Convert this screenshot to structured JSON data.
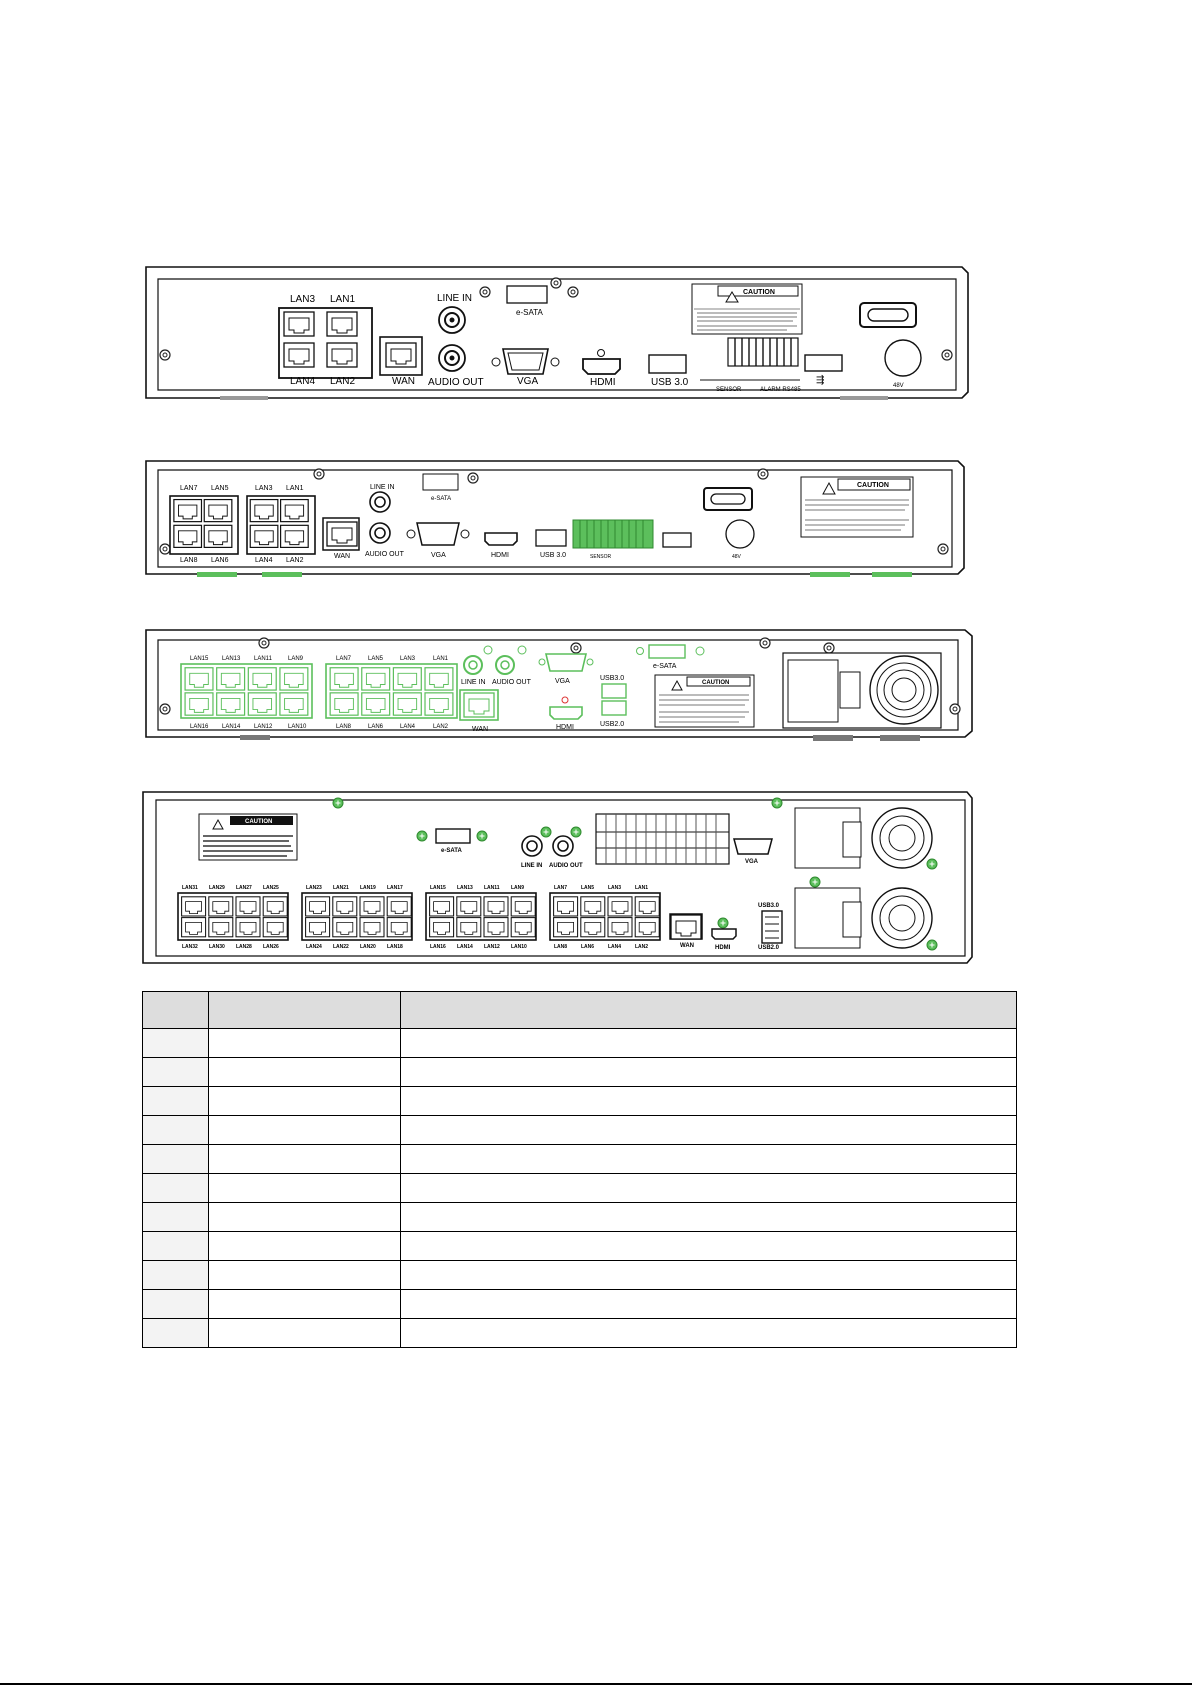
{
  "panel1": {
    "lan_labels": [
      "LAN3",
      "LAN1",
      "LAN4",
      "LAN2"
    ],
    "wan": "WAN",
    "line_in": "LINE IN",
    "audio_out": "AUDIO OUT",
    "vga": "VGA",
    "hdmi": "HDMI",
    "usb": "USB 3.0",
    "esata": "e-SATA",
    "caution_title": "CAUTION",
    "sensor": "SENSOR",
    "alarm": "ALARM RS485",
    "power": "48V"
  },
  "panel2": {
    "lan_labels": [
      "LAN7",
      "LAN5",
      "LAN3",
      "LAN1",
      "LAN8",
      "LAN6",
      "LAN4",
      "LAN2"
    ],
    "wan": "WAN",
    "line_in": "LINE IN",
    "audio_out": "AUDIO OUT",
    "vga": "VGA",
    "hdmi": "HDMI",
    "usb": "USB 3.0",
    "esata": "e-SATA",
    "caution_title": "CAUTION",
    "sensor": "SENSOR",
    "power": "48V"
  },
  "panel3": {
    "lan_top": [
      "LAN15",
      "LAN13",
      "LAN11",
      "LAN9",
      "LAN7",
      "LAN5",
      "LAN3",
      "LAN1"
    ],
    "lan_bottom": [
      "LAN16",
      "LAN14",
      "LAN12",
      "LAN10",
      "LAN8",
      "LAN6",
      "LAN4",
      "LAN2"
    ],
    "line_in": "LINE IN",
    "audio_out": "AUDIO OUT",
    "vga": "VGA",
    "usb3": "USB3.0",
    "usb2": "USB2.0",
    "esata": "e-SATA",
    "wan": "WAN",
    "hdmi": "HDMI",
    "caution_title": "CAUTION"
  },
  "panel4": {
    "lan_top": [
      "LAN31",
      "LAN29",
      "LAN27",
      "LAN25",
      "LAN23",
      "LAN21",
      "LAN19",
      "LAN17",
      "LAN15",
      "LAN13",
      "LAN11",
      "LAN9",
      "LAN7",
      "LAN5",
      "LAN3",
      "LAN1"
    ],
    "lan_bottom": [
      "LAN32",
      "LAN30",
      "LAN28",
      "LAN26",
      "LAN24",
      "LAN22",
      "LAN20",
      "LAN18",
      "LAN16",
      "LAN14",
      "LAN12",
      "LAN10",
      "LAN8",
      "LAN6",
      "LAN4",
      "LAN2"
    ],
    "esata": "e-SATA",
    "line_in": "LINE IN",
    "audio_out": "AUDIO OUT",
    "vga": "VGA",
    "wan": "WAN",
    "hdmi": "HDMI",
    "usb3": "USB3.0",
    "usb2": "USB2.0",
    "caution_title": "CAUTION"
  },
  "table": {
    "header": [
      "",
      "",
      ""
    ],
    "rows": [
      [
        "",
        "",
        ""
      ],
      [
        "",
        "",
        ""
      ],
      [
        "",
        "",
        ""
      ],
      [
        "",
        "",
        ""
      ],
      [
        "",
        "",
        ""
      ],
      [
        "",
        "",
        ""
      ],
      [
        "",
        "",
        ""
      ],
      [
        "",
        "",
        ""
      ],
      [
        "",
        "",
        ""
      ],
      [
        "",
        "",
        ""
      ],
      [
        "",
        "",
        ""
      ]
    ]
  },
  "colors": {
    "green": "#5cbf5c",
    "line": "#111111",
    "panel": "#ffffff"
  }
}
